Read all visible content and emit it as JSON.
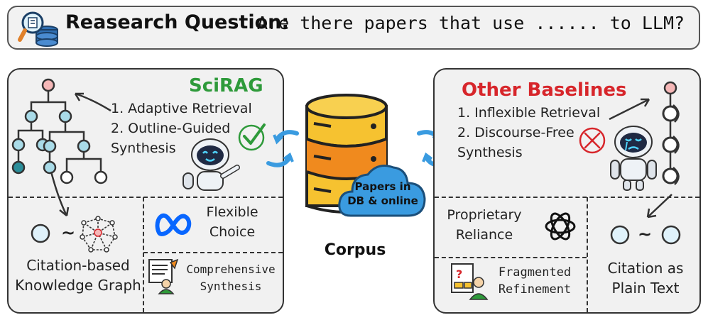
{
  "question": {
    "label": "Reasearch Question",
    "separator": ":",
    "text": "Are there papers that use ...... to LLM?"
  },
  "scirag": {
    "title": "SciRAG",
    "point1": "1. Adaptive Retrieval",
    "point2_line1": "2. Outline-Guided",
    "point2_line2": "Synthesis",
    "graph_line1": "Citation-based",
    "graph_line2": "Knowledge Graph",
    "flexible_line1": "Flexible",
    "flexible_line2": "Choice",
    "comp_line1": "Comprehensive",
    "comp_line2": "Synthesis",
    "tilde": "~"
  },
  "corpus": {
    "cloud_line1": "Papers in",
    "cloud_line2": "DB & online",
    "label": "Corpus"
  },
  "baselines": {
    "title": "Other Baselines",
    "point1": "1. Inflexible Retrieval",
    "point2_line1": "2. Discourse-Free",
    "point2_line2": "Synthesis",
    "proprietary_line1": "Proprietary",
    "proprietary_line2": "Reliance",
    "fragmented_line1": "Fragmented",
    "fragmented_line2": "Refinement",
    "citation_line1": "Citation as",
    "citation_line2": "Plain Text",
    "tilde": "~"
  },
  "colors": {
    "green": "#2e9a3a",
    "red": "#d7262b",
    "node_blue": "#a9dbe8",
    "node_teal": "#2b8e9a",
    "node_pink": "#f5b7b7",
    "db_yellow": "#f6c230",
    "db_orange": "#f08a1e",
    "cloud_blue": "#3a9be0",
    "meta_blue": "#0866ff"
  }
}
